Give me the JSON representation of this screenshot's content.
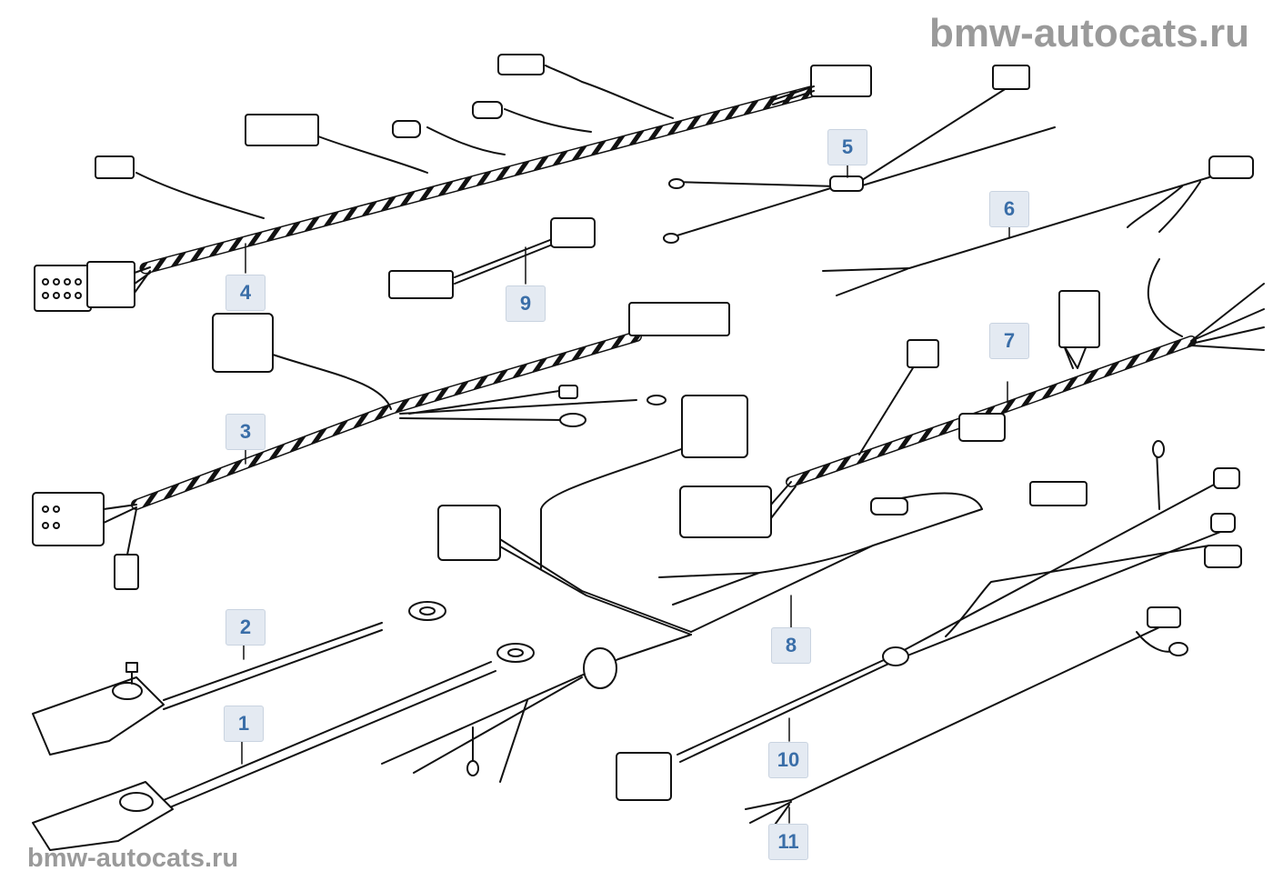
{
  "watermark": {
    "top": "bmw-autocats.ru",
    "bottom": "bmw-autocats.ru"
  },
  "callouts": [
    {
      "id": "c1",
      "label": "1"
    },
    {
      "id": "c2",
      "label": "2"
    },
    {
      "id": "c3",
      "label": "3"
    },
    {
      "id": "c4",
      "label": "4"
    },
    {
      "id": "c5",
      "label": "5"
    },
    {
      "id": "c6",
      "label": "6"
    },
    {
      "id": "c7",
      "label": "7"
    },
    {
      "id": "c8",
      "label": "8"
    },
    {
      "id": "c9",
      "label": "9"
    },
    {
      "id": "c10",
      "label": "10"
    },
    {
      "id": "c11",
      "label": "11"
    }
  ],
  "colors": {
    "line": "#111111",
    "callout_text": "#3a6ea8",
    "callout_bg": "#e4eaf2",
    "watermark": "#9a9a9a"
  }
}
